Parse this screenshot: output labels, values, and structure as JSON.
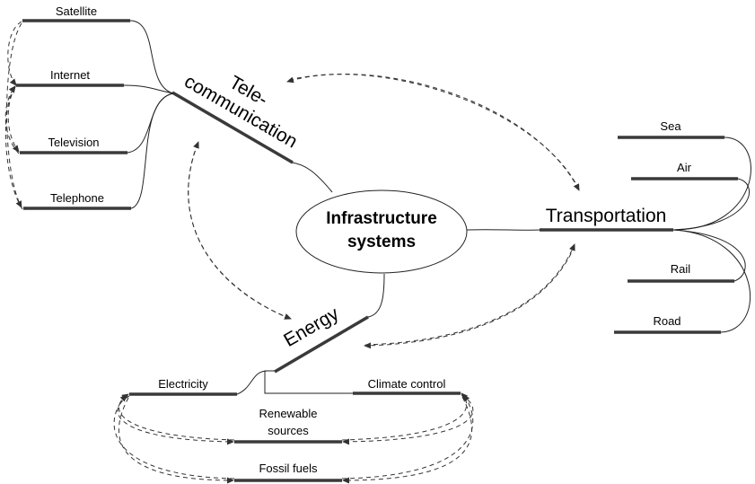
{
  "center": {
    "line1": "Infrastructure",
    "line2": "systems"
  },
  "branches": {
    "telecom": {
      "line1": "Tele-",
      "line2": "communication",
      "leaves": [
        "Satellite",
        "Internet",
        "Television",
        "Telephone"
      ]
    },
    "transport": {
      "label": "Transportation",
      "leaves": [
        "Sea",
        "Air",
        "Rail",
        "Road"
      ]
    },
    "energy": {
      "label": "Energy",
      "leaves": {
        "electricity": "Electricity",
        "climate": "Climate control",
        "renewable_line1": "Renewable",
        "renewable_line2": "sources",
        "fossil": "Fossil fuels"
      }
    }
  },
  "colors": {
    "bar": "#3a3a3a",
    "line": "#222222",
    "dashed": "#333333"
  }
}
